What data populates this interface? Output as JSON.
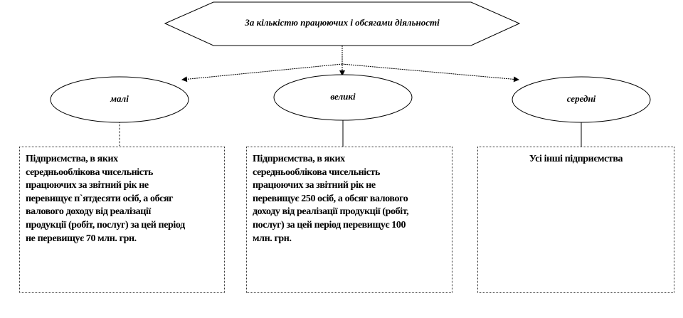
{
  "title": "За кількістю працюючих і обсягами діяльності",
  "categories": [
    {
      "label": "малі",
      "description_lines": [
        "Підприємства, в яких",
        "середньооблікова чисельність",
        "працюючих за звітний рік не",
        "перевищує п`ятдесяти осіб, а обсяг",
        "валового доходу від реалізації",
        "продукції  (робіт, послуг) за цей період",
        "не перевищує 70 млн. грн."
      ]
    },
    {
      "label": "великі",
      "description_lines": [
        "Підприємства, в яких",
        "середньооблікова чисельність",
        "працюючих за звітний рік не",
        "перевищує 250 осіб, а обсяг валового",
        "доходу від реалізації  продукції  (робіт,",
        "послуг) за цей період   перевищує 100",
        "млн. грн."
      ]
    },
    {
      "label": "середні",
      "description_lines": [
        "Усі інші підприємства"
      ]
    }
  ]
}
